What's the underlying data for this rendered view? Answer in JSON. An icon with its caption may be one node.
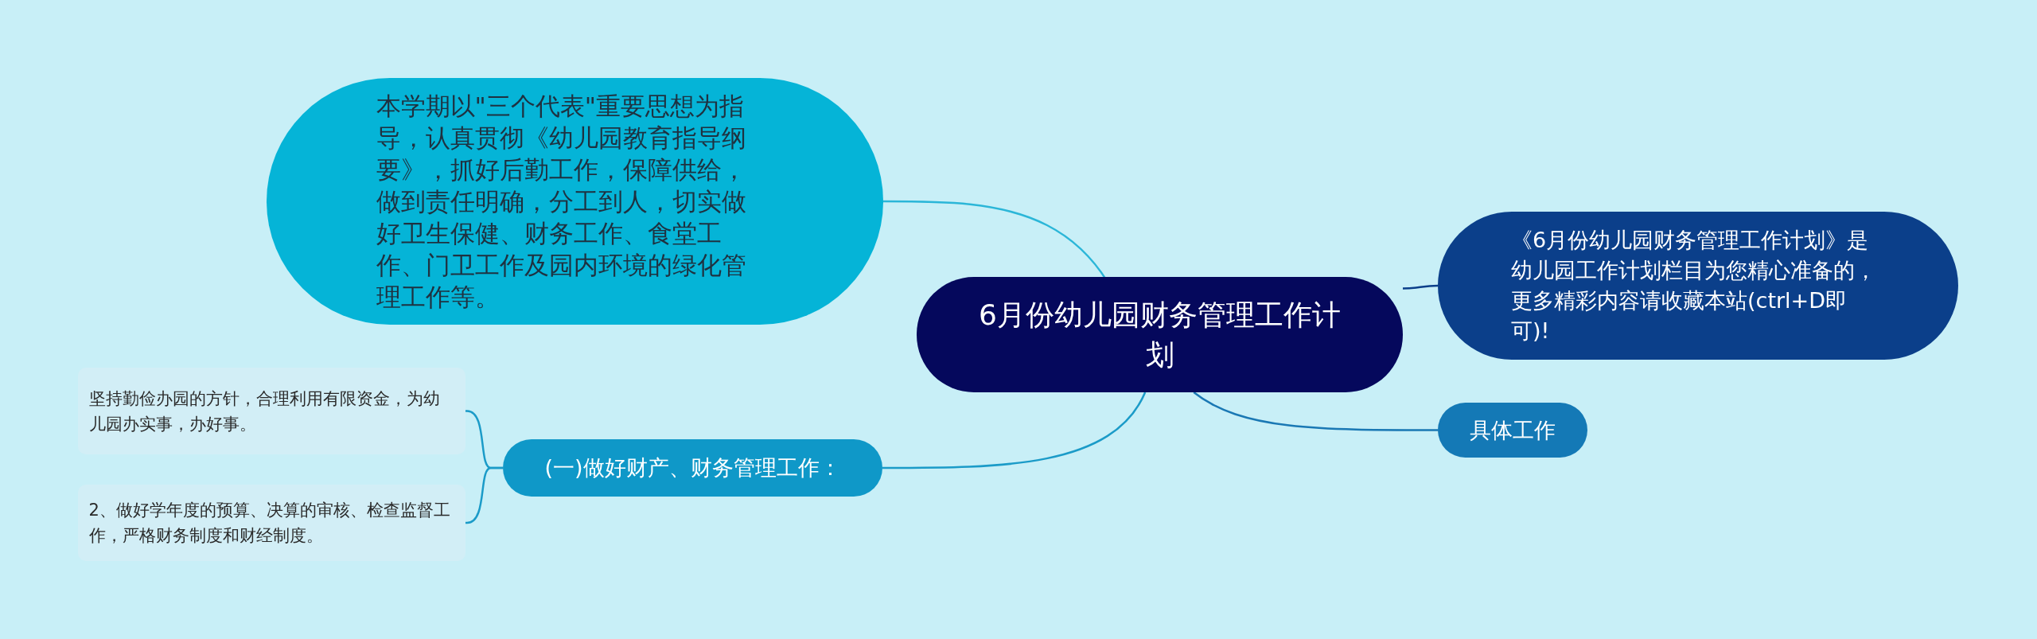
{
  "diagram": {
    "nodes": [
      {
        "text": [
          "6月份幼儿园财务管理工作计划"
        ]
      },
      {
        "text": [
          "本学期以\"三个代表\"重要思想为指导，认真贯彻《幼儿园教育指导纲要》，抓好后勤工作，保障供给，做到责任明确，分工到人，切实做好卫生保健、财务工作、食堂工作、门卫工作及园内环境的绿化管理工作等。"
        ]
      },
      {
        "text": [
          "《6月份幼儿园财务管理工作计划》是幼儿园工作计划栏目为您精心准备的，更多精彩内容请收藏本站(ctrl+D即可)!"
        ]
      },
      {
        "text": [
          "具体工作"
        ]
      },
      {
        "text": [
          "(一)做好财产、财务管理工作："
        ]
      },
      {
        "text": [
          "坚持勤俭办园的方针，合理利用有限资金，为幼儿园办实事，办好事。"
        ]
      },
      {
        "text": [
          "2、做好学年度的预算、决算的审核、检查监督工作，严格财务制度和财经制度。"
        ]
      }
    ],
    "edges": [
      {
        "from": 0,
        "to": 1,
        "arrow": "none",
        "color": "#2bb6d8"
      },
      {
        "from": 0,
        "to": 2,
        "arrow": "none",
        "color": "#0b3f8a"
      },
      {
        "from": 0,
        "to": 3,
        "arrow": "none",
        "color": "#1a78b4"
      },
      {
        "from": 0,
        "to": 4,
        "arrow": "none",
        "color": "#1b9bc8"
      },
      {
        "from": 4,
        "to": 5,
        "arrow": "none",
        "color": "#1b9bc8"
      },
      {
        "from": 4,
        "to": 6,
        "arrow": "none",
        "color": "#1b9bc8"
      }
    ]
  }
}
